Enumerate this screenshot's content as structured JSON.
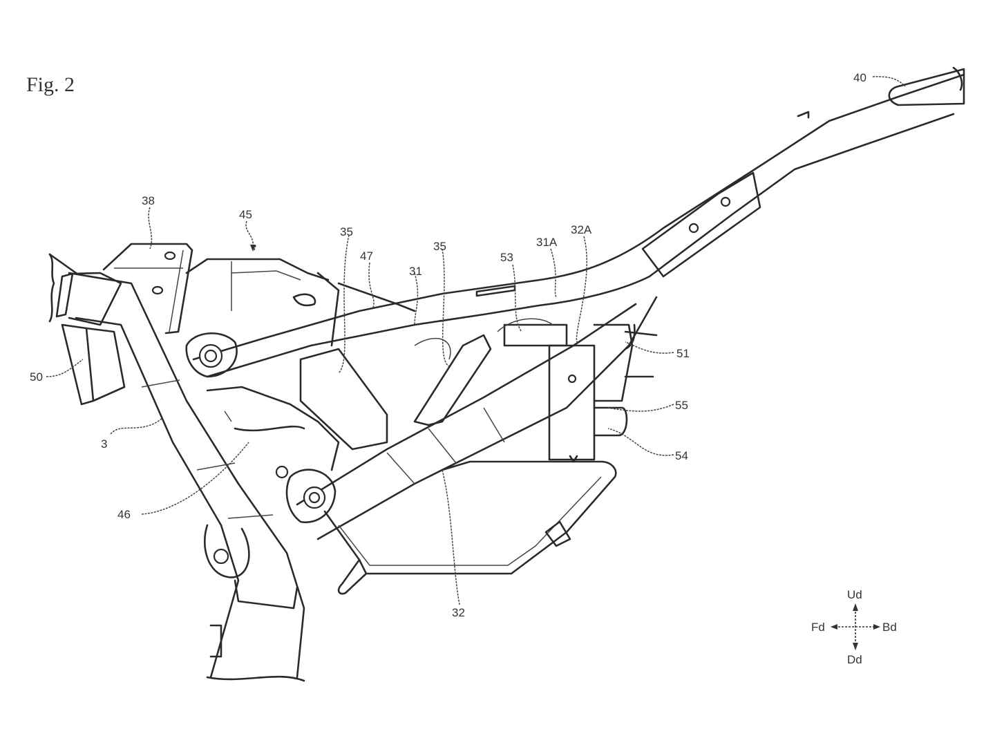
{
  "figure": {
    "title": "Fig. 2"
  },
  "reference_labels": [
    {
      "id": "38",
      "text": "38"
    },
    {
      "id": "45",
      "text": "45"
    },
    {
      "id": "35a",
      "text": "35"
    },
    {
      "id": "47",
      "text": "47"
    },
    {
      "id": "31",
      "text": "31"
    },
    {
      "id": "35b",
      "text": "35"
    },
    {
      "id": "53",
      "text": "53"
    },
    {
      "id": "31A",
      "text": "31A"
    },
    {
      "id": "32A",
      "text": "32A"
    },
    {
      "id": "40",
      "text": "40"
    },
    {
      "id": "51",
      "text": "51"
    },
    {
      "id": "55",
      "text": "55"
    },
    {
      "id": "54",
      "text": "54"
    },
    {
      "id": "50",
      "text": "50"
    },
    {
      "id": "3",
      "text": "3"
    },
    {
      "id": "46",
      "text": "46"
    },
    {
      "id": "32",
      "text": "32"
    }
  ],
  "direction_indicator": {
    "up": "Ud",
    "down": "Dd",
    "front": "Fd",
    "back": "Bd"
  }
}
